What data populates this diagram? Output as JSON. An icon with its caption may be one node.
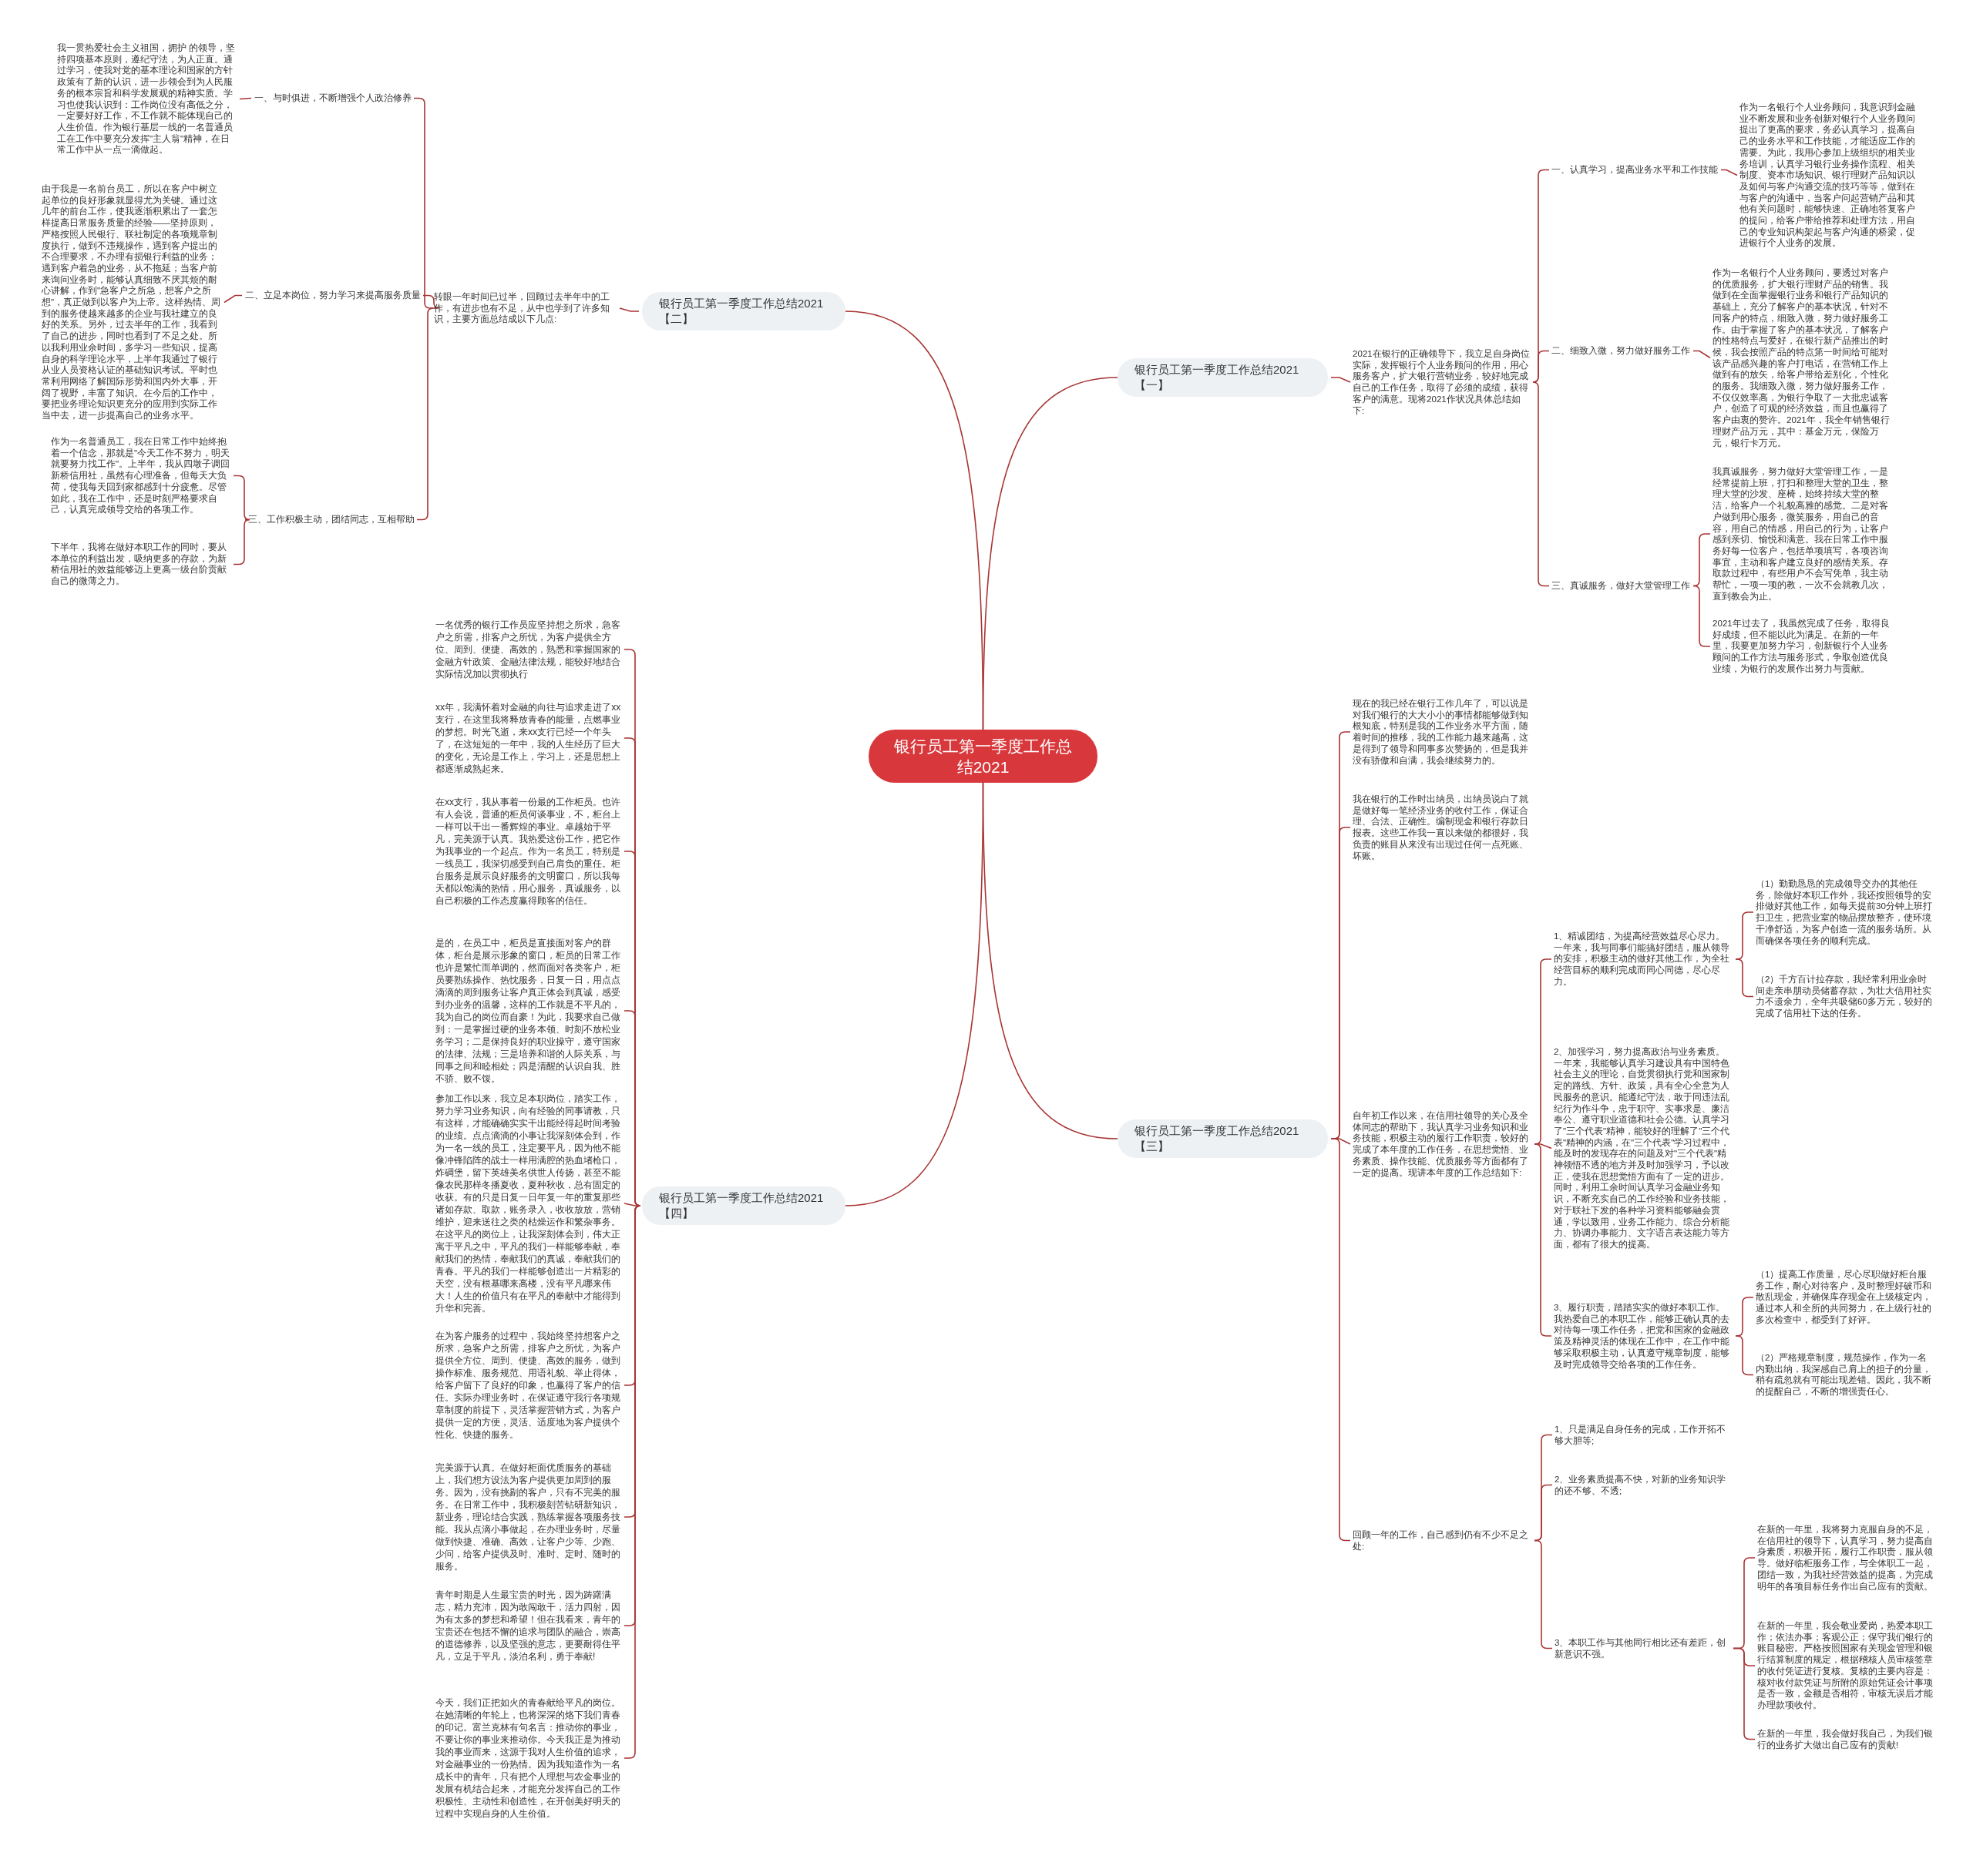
{
  "diagram": {
    "nodes": [
      {
        "text": [
          "银行员工第一季度工作总结2021"
        ]
      },
      {
        "text": [
          "银行员工第一季度工作总结2021【一】"
        ]
      },
      {
        "text": [
          "2021在银行的正确领导下，我立足自身岗位实际，发挥银行个人业务顾问的作用，用心服务客户，扩大银行营销业务，较好地完成自己的工作任务，取得了必须的成绩，获得客户的满意。现将2021作状况具体总结如下:"
        ]
      },
      {
        "text": [
          "一、认真学习，提高业务水平和工作技能"
        ]
      },
      {
        "text": [
          "作为一名银行个人业务顾问，我意识到金融业不断发展和业务创新对银行个人业务顾问提出了更高的要求，务必认真学习，提高自己的业务水平和工作技能，才能适应工作的需要。为此，我用心参加上级组织的相关业务培训，认真学习银行业务操作流程、相关制度、资本市场知识、银行理财产品知识以及如何与客户沟通交流的技巧等等，做到在与客户的沟通中，当客户问起营销产品和其他有关问题时，能够快速、正确地答复客户的提问，给客户带给推荐和处理方法，用自己的专业知识构架起与客户沟通的桥梁，促进银行个人业务的发展。"
        ]
      },
      {
        "text": [
          "二、细致入微，努力做好服务工作"
        ]
      },
      {
        "text": [
          "作为一名银行个人业务顾问，要透过对客户的优质服务，扩大银行理财产品的销售。我做到在全面掌握银行业务和银行产品知识的基础上，充分了解客户的基本状况，针对不同客户的特点，细致入微，努力做好服务工作。由于掌握了客户的基本状况，了解客户的性格特点与爱好，在银行新产品推出的时候，我会按照产品的特点第一时间给可能对该产品感兴趣的客户打电话，在营销工作上做到有的放矢，给客户带给差别化，个性化的服务。我细致入微，努力做好服务工作，不仅仅效率高，为银行争取了一大批忠诚客户，创造了可观的经济效益，而且也赢得了客户由衷的赞许。2021年，我全年销售银行理财产品万元，其中：基金万元，保险万元，银行卡万元。"
        ]
      },
      {
        "text": [
          "三、真诚服务，做好大堂管理工作"
        ]
      },
      {
        "text": [
          "我真诚服务，努力做好大堂管理工作，一是经常提前上班，打扫和整理大堂的卫生，整理大堂的沙发、座椅，始终持续大堂的整洁，给客户一个礼貌高雅的感觉。二是对客户做到用心服务，微笑服务，用自己的音容，用自己的情感，用自己的行为，让客户感到亲切、愉悦和满意。我在日常工作中服务好每一位客户，包括单项填写，各项咨询事宜，主动和客户建立良好的感情关系。存取款过程中，有些用户不会写凭单，我主动帮忙，一项一项的教，一次不会就教几次，直到教会为止。"
        ]
      },
      {
        "text": [
          "2021年过去了，我虽然完成了任务，取得良好成绩，但不能以此为满足。在新的一年里，我要更加努力学习，创新银行个人业务顾问的工作方法与服务形式，争取创造优良业绩，为银行的发展作出努力与贡献。"
        ]
      },
      {
        "text": [
          "银行员工第一季度工作总结2021【二】"
        ]
      },
      {
        "text": [
          "转眼一年时间已过半，回顾过去半年中的工作，有进步也有不足，从中也学到了许多知识，主要方面总结成以下几点:"
        ]
      },
      {
        "text": [
          "一、与时俱进，不断增强个人政治修养"
        ]
      },
      {
        "text": [
          "我一贯热爱社会主义祖国，拥护 的领导，坚持四项基本原则，遵纪守法，为人正直。通过学习，使我对党的基本理论和国家的方针政策有了新的认识，进一步领会到为人民服务的根本宗旨和科学发展观的精神实质。学习也使我认识到：工作岗位没有高低之分，一定要好好工作，不工作就不能体现自己的人生价值。作为银行基层一线的一名普通员工在工作中要充分发挥\"主人翁\"精神，在日常工作中从一点一滴做起。"
        ]
      },
      {
        "text": [
          "二、立足本岗位，努力学习来提高服务质量"
        ]
      },
      {
        "text": [
          "由于我是一名前台员工，所以在客户中树立起单位的良好形象就显得尤为关键。通过这几年的前台工作，使我逐渐积累出了一套怎样提高日常服务质量的经验——坚持原则，严格按照人民银行、联社制定的各项规章制度执行，做到不违规操作，遇到客户提出的不合理要求，不办理有损银行利益的业务；遇到客户着急的业务，从不拖延；当客户前来询问业务时，能够认真细致不厌其烦的耐心讲解，作到\"急客户之所急，想客户之所想\"，真正做到以客户为上帝。这样热情、周到的服务使越来越多的企业与我社建立的良好的关系。另外，过去半年的工作，我看到了自己的进步，同时也看到了不足之处。所以我利用业余时间，多学习一些知识，提高自身的科学理论水平，上半年我通过了银行从业人员资格认证的基础知识考试。平时也常利用网络了解国际形势和国内外大事，开阔了视野，丰富了知识。在今后的工作中，要把业务理论知识更充分的应用到实际工作当中去，进一步提高自己的业务水平。"
        ]
      },
      {
        "text": [
          "三、工作积极主动，团结同志，互相帮助"
        ]
      },
      {
        "text": [
          "作为一名普通员工，我在日常工作中始终抱着一个信念，那就是\"今天工作不努力，明天就要努力找工作\"。上半年，我从四墩子调回新桥信用社，虽然有心理准备，但每天大负荷，使我每天回到家都感到十分疲惫。尽管如此，我在工作中，还是时刻严格要求自己，认真完成领导交给的各项工作。"
        ]
      },
      {
        "text": [
          "下半年，我将在做好本职工作的同时，要从本单位的利益出发，吸纳更多的存款，为新桥信用社的效益能够迈上更高一级台阶贡献自己的微薄之力。"
        ]
      },
      {
        "text": [
          "银行员工第一季度工作总结2021【三】"
        ]
      },
      {
        "text": [
          "现在的我已经在银行工作几年了，可以说是对我们银行的大大小小的事情都能够做到知根知底，特别是我的工作业务水平方面，随着时间的推移，我的工作能力越来越高，这是得到了领导和同事多次赞扬的，但是我并没有骄傲和自满，我会继续努力的。"
        ]
      },
      {
        "text": [
          "我在银行的工作时出纳员，出纳员说白了就是做好每一笔经济业务的收付工作，保证合理、合法、正确性。编制现金和银行存款日报表。这些工作我一直以来做的都很好，我负责的账目从来没有出现过任何一点死账、坏账。"
        ]
      },
      {
        "text": [
          "自年初工作以来，在信用社领导的关心及全体同志的帮助下，我认真学习业务知识和业务技能，积极主动的履行工作职责，较好的完成了本年度的工作任务，在思想觉悟、业务素质、操作技能、优质服务等方面都有了一定的提高。现讲本年度的工作总结如下:"
        ]
      },
      {
        "text": [
          "1、精诚团结，为提高经营效益尽心尽力。一年来，我与同事们能搞好团结，服从领导的安排，积极主动的做好其他工作，为全社经营目标的顺利完成而同心同德，尽心尽力。"
        ]
      },
      {
        "text": [
          "（1）勤勤恳恳的完成领导交办的其他任务，除做好本职工作外，我还按照领导的安排做好其他工作，如每天提前30分钟上班打扫卫生，把营业室的物品摆放整齐，使环境干净舒适，为客户创造一流的服务场所。从而确保各项任务的顺利完成。"
        ]
      },
      {
        "text": [
          "（2）千方百计拉存款，我经常利用业余时间走亲串朋动员储蓄存款，为壮大信用社实力不遗余力，全年共吸储60多万元，较好的完成了信用社下达的任务。"
        ]
      },
      {
        "text": [
          "2、加强学习，努力提高政治与业务素质。一年来，我能够认真学习建设具有中国特色社会主义的理论，自觉贯彻执行党和国家制定的路线、方针、政策，具有全心全意为人民服务的意识。能遵纪守法，敢于同违法乱纪行为作斗争，忠于职守、实事求是、廉洁奉公、遵守职业道德和社会公德。认真学习了\"三个代表\"精神，能较好的理解了\"三个代表\"精神的内涵，在\"三个代表\"学习过程中，能及时的发现存在的问题及对\"三个代表\"精神领悟不透的地方并及时加强学习，予以改正，使我在思想觉悟方面有了一定的进步。同时，利用工余时间认真学习金融业务知识，不断充实自己的工作经验和业务技能，对于联社下发的各种学习资料能够融会贯通，学以致用，业务工作能力、综合分析能力、协调办事能力、文字语言表达能力等方面，都有了很大的提高。"
        ]
      },
      {
        "text": [
          "3、履行职责，踏踏实实的做好本职工作。我热爱自己的本职工作，能够正确认真的去对待每一项工作任务，把党和国家的金融政策及精神灵活的体现在工作中，在工作中能够采取积极主动，认真遵守规章制度，能够及时完成领导交给各项的工作任务。"
        ]
      },
      {
        "text": [
          "（1）提高工作质量，尽心尽职做好柜台服务工作，耐心对待客户，及时整理好破币和散乱现金，并确保库存现金在上级核定内，通过本人和全所的共同努力，在上级行社的多次检查中，都受到了好评。"
        ]
      },
      {
        "text": [
          "（2）严格规章制度，规范操作，作为一名内勤出纳，我深感自己肩上的担子的分量，稍有疏忽就有可能出现差错。因此，我不断的提醒自己，不断的增强责任心。"
        ]
      },
      {
        "text": [
          "回顾一年的工作，自己感到仍有不少不足之处:"
        ]
      },
      {
        "text": [
          "1、只是满足自身任务的完成，工作开拓不够大胆等;"
        ]
      },
      {
        "text": [
          "2、业务素质提高不快，对新的业务知识学的还不够、不透;"
        ]
      },
      {
        "text": [
          "3、本职工作与其他同行相比还有差距，创新意识不强。"
        ]
      },
      {
        "text": [
          "在新的一年里，我将努力克服自身的不足，在信用社的领导下，认真学习，努力提高自身素质，积极开拓，履行工作职责，服从领导。做好临柜服务工作，与全体职工一起，团结一致，为我社经营效益的提高，为完成明年的各项目标任务作出自己应有的贡献。"
        ]
      },
      {
        "text": [
          "在新的一年里，我会敬业爱岗，热爱本职工作；依法办事；客观公正；保守我们银行的账目秘密。严格按照国家有关现金管理和银行结算制度的规定，根据稽核人员审核签章的收付凭证进行复核。复核的主要内容是：核对收付款凭证与所附的原始凭证会计事项是否一致，金额是否相符，审核无误后才能办理款项收付。"
        ]
      },
      {
        "text": [
          "在新的一年里，我会做好我自己，为我们银行的业务扩大做出自己应有的贡献!"
        ]
      },
      {
        "text": [
          "银行员工第一季度工作总结2021【四】"
        ]
      },
      {
        "text": [
          "一名优秀的银行工作员应坚持想之所求，急客户之所需，排客户之所忧，为客户提供全方位、周到、便捷、高效的，熟悉和掌握国家的金融方针政策、金融法律法规，能较好地结合实际情况加以贯彻执行"
        ]
      },
      {
        "text": [
          "xx年，我满怀着对金融的向往与追求走进了xx支行，在这里我将释放青春的能量，点燃事业的梦想。时光飞逝，来xx支行已经一个年头了，在这短短的一年中，我的人生经历了巨大的变化，无论是工作上，学习上，还是思想上都逐渐成熟起来。"
        ]
      },
      {
        "text": [
          "在xx支行，我从事着一份最的工作柜员。也许有人会说，普通的柜员何谈事业，不，柜台上一样可以干出一番辉煌的事业。卓越始于平凡，完美源于认真。我热爱这份工作，把它作为我事业的一个起点。作为一名员工，特别是一线员工，我深切感受到自己肩负的重任。柜台服务是展示良好服务的文明窗口，所以我每天都以饱满的热情，用心服务，真诚服务，以自己积极的工作态度赢得顾客的信任。"
        ]
      },
      {
        "text": [
          "是的，在员工中，柜员是直接面对客户的群体，柜台是展示形象的窗口，柜员的日常工作也许是繁忙而单调的，然而面对各类客户，柜员要熟练操作、热忱服务，日复一日，用点点滴滴的周到服务让客户真正体会到真诚，感受到办业务的温馨，这样的工作就是不平凡的，我为自己的岗位而自豪！为此，我要求自己做到：一是掌握过硬的业务本领、时刻不放松业务学习；二是保持良好的职业操守，遵守国家的法律、法规；三是培养和谐的人际关系，与同事之间和睦相处；四是清醒的认识自我、胜不骄、败不馁。"
        ]
      },
      {
        "text": [
          "参加工作以来，我立足本职岗位，踏实工作，努力学习业务知识，向有经验的同事请教，只有这样，才能确确实实干出能经得起时间考验的业绩。点点滴滴的小事让我深刻体会到，作为一名一线的员工，注定要平凡，因为他不能像冲锋陷阵的战士一样用满腔的热血堵枪口，炸碉堡，留下英雄美名供世人传扬，甚至不能像农民那样冬播夏收，夏种秋收，总有固定的收获。有的只是日复一日年复一年的重复那些诸如存款、取款，账务录入，收收放放，营销维护，迎来送往之类的枯燥运作和繁杂事务。在这平凡的岗位上，让我深刻体会到，伟大正寓于平凡之中，平凡的我们一样能够奉献，奉献我们的热情，奉献我们的真诚，奉献我们的青春。平凡的我们一样能够创造出一片精彩的天空，没有根基哪来高楼，没有平凡哪来伟大！人生的价值只有在平凡的奉献中才能得到升华和完善。"
        ]
      },
      {
        "text": [
          "在为客户服务的过程中，我始终坚持想客户之所求，急客户之所需，排客户之所忧，为客户提供全方位、周到、便捷、高效的服务，做到操作标准、服务规范、用语礼貌、举止得体，给客户留下了良好的印象，也赢得了客户的信任。实际办理业务时，在保证遵守我行各项规章制度的前提下，灵活掌握营销方式，为客户提供一定的方便，灵活、适度地为客户提供个性化、快捷的服务。"
        ]
      },
      {
        "text": [
          "完美源于认真。在做好柜面优质服务的基础上，我们想方设法为客户提供更加周到的服务。因为，没有挑剔的客户，只有不完美的服务。在日常工作中，我积极刻苦钻研新知识，新业务，理论结合实践，熟练掌握各项服务技能。我从点滴小事做起，在办理业务时，尽量做到快捷、准确、高效，让客户少等、少跑、少问，给客户提供及时、准时、定时、随时的服务。"
        ]
      },
      {
        "text": [
          "青年时期是人生最宝贵的时光，因为踌躇满志，精力充沛，因为敢闯敢干，活力四射，因为有太多的梦想和希望！但在我看来，青年的宝贵还在包括不懈的追求与团队的融合，崇高的道德修养，以及坚强的意志，更要耐得住平凡，立足于平凡，淡泊名利，勇于奉献!"
        ]
      },
      {
        "text": [
          "今天，我们正把如火的青春献给平凡的岗位。在她清晰的年轮上，也将深深的烙下我们青春的印记。富兰克林有句名言：推动你的事业，不要让你的事业来推动你。今天我正是为推动我的事业而来，这源于我对人生价值的追求，对金融事业的一份热情。因为我知道作为一名成长中的青年，只有把个人理想与农金事业的发展有机结合起来，才能充分发挥自己的工作积极性、主动性和创造性，在开创美好明天的过程中实现自身的人生价值。"
        ]
      }
    ],
    "edges": [
      {
        "from": 0,
        "to": 1,
        "arrow": "none"
      },
      {
        "from": 1,
        "to": 2,
        "arrow": "none"
      },
      {
        "from": 2,
        "to": 3,
        "arrow": "none"
      },
      {
        "from": 2,
        "to": 5,
        "arrow": "none"
      },
      {
        "from": 2,
        "to": 7,
        "arrow": "none"
      },
      {
        "from": 3,
        "to": 4,
        "arrow": "none"
      },
      {
        "from": 5,
        "to": 6,
        "arrow": "none"
      },
      {
        "from": 7,
        "to": 8,
        "arrow": "none"
      },
      {
        "from": 7,
        "to": 9,
        "arrow": "none"
      },
      {
        "from": 0,
        "to": 10,
        "arrow": "none"
      },
      {
        "from": 10,
        "to": 11,
        "arrow": "none"
      },
      {
        "from": 11,
        "to": 12,
        "arrow": "none"
      },
      {
        "from": 11,
        "to": 14,
        "arrow": "none"
      },
      {
        "from": 11,
        "to": 16,
        "arrow": "none"
      },
      {
        "from": 12,
        "to": 13,
        "arrow": "none"
      },
      {
        "from": 14,
        "to": 15,
        "arrow": "none"
      },
      {
        "from": 16,
        "to": 17,
        "arrow": "none"
      },
      {
        "from": 16,
        "to": 18,
        "arrow": "none"
      },
      {
        "from": 0,
        "to": 19,
        "arrow": "none"
      },
      {
        "from": 19,
        "to": 20,
        "arrow": "none"
      },
      {
        "from": 19,
        "to": 21,
        "arrow": "none"
      },
      {
        "from": 19,
        "to": 22,
        "arrow": "none"
      },
      {
        "from": 19,
        "to": 30,
        "arrow": "none"
      },
      {
        "from": 22,
        "to": 23,
        "arrow": "none"
      },
      {
        "from": 22,
        "to": 26,
        "arrow": "none"
      },
      {
        "from": 22,
        "to": 27,
        "arrow": "none"
      },
      {
        "from": 23,
        "to": 24,
        "arrow": "none"
      },
      {
        "from": 23,
        "to": 25,
        "arrow": "none"
      },
      {
        "from": 27,
        "to": 28,
        "arrow": "none"
      },
      {
        "from": 27,
        "to": 29,
        "arrow": "none"
      },
      {
        "from": 30,
        "to": 31,
        "arrow": "none"
      },
      {
        "from": 30,
        "to": 32,
        "arrow": "none"
      },
      {
        "from": 30,
        "to": 33,
        "arrow": "none"
      },
      {
        "from": 33,
        "to": 34,
        "arrow": "none"
      },
      {
        "from": 33,
        "to": 35,
        "arrow": "none"
      },
      {
        "from": 33,
        "to": 36,
        "arrow": "none"
      },
      {
        "from": 0,
        "to": 37,
        "arrow": "none"
      },
      {
        "from": 37,
        "to": 38,
        "arrow": "none"
      },
      {
        "from": 37,
        "to": 39,
        "arrow": "none"
      },
      {
        "from": 37,
        "to": 40,
        "arrow": "none"
      },
      {
        "from": 37,
        "to": 41,
        "arrow": "none"
      },
      {
        "from": 37,
        "to": 42,
        "arrow": "none"
      },
      {
        "from": 37,
        "to": 43,
        "arrow": "none"
      },
      {
        "from": 37,
        "to": 44,
        "arrow": "none"
      },
      {
        "from": 37,
        "to": 45,
        "arrow": "none"
      },
      {
        "from": 37,
        "to": 46,
        "arrow": "none"
      }
    ]
  }
}
